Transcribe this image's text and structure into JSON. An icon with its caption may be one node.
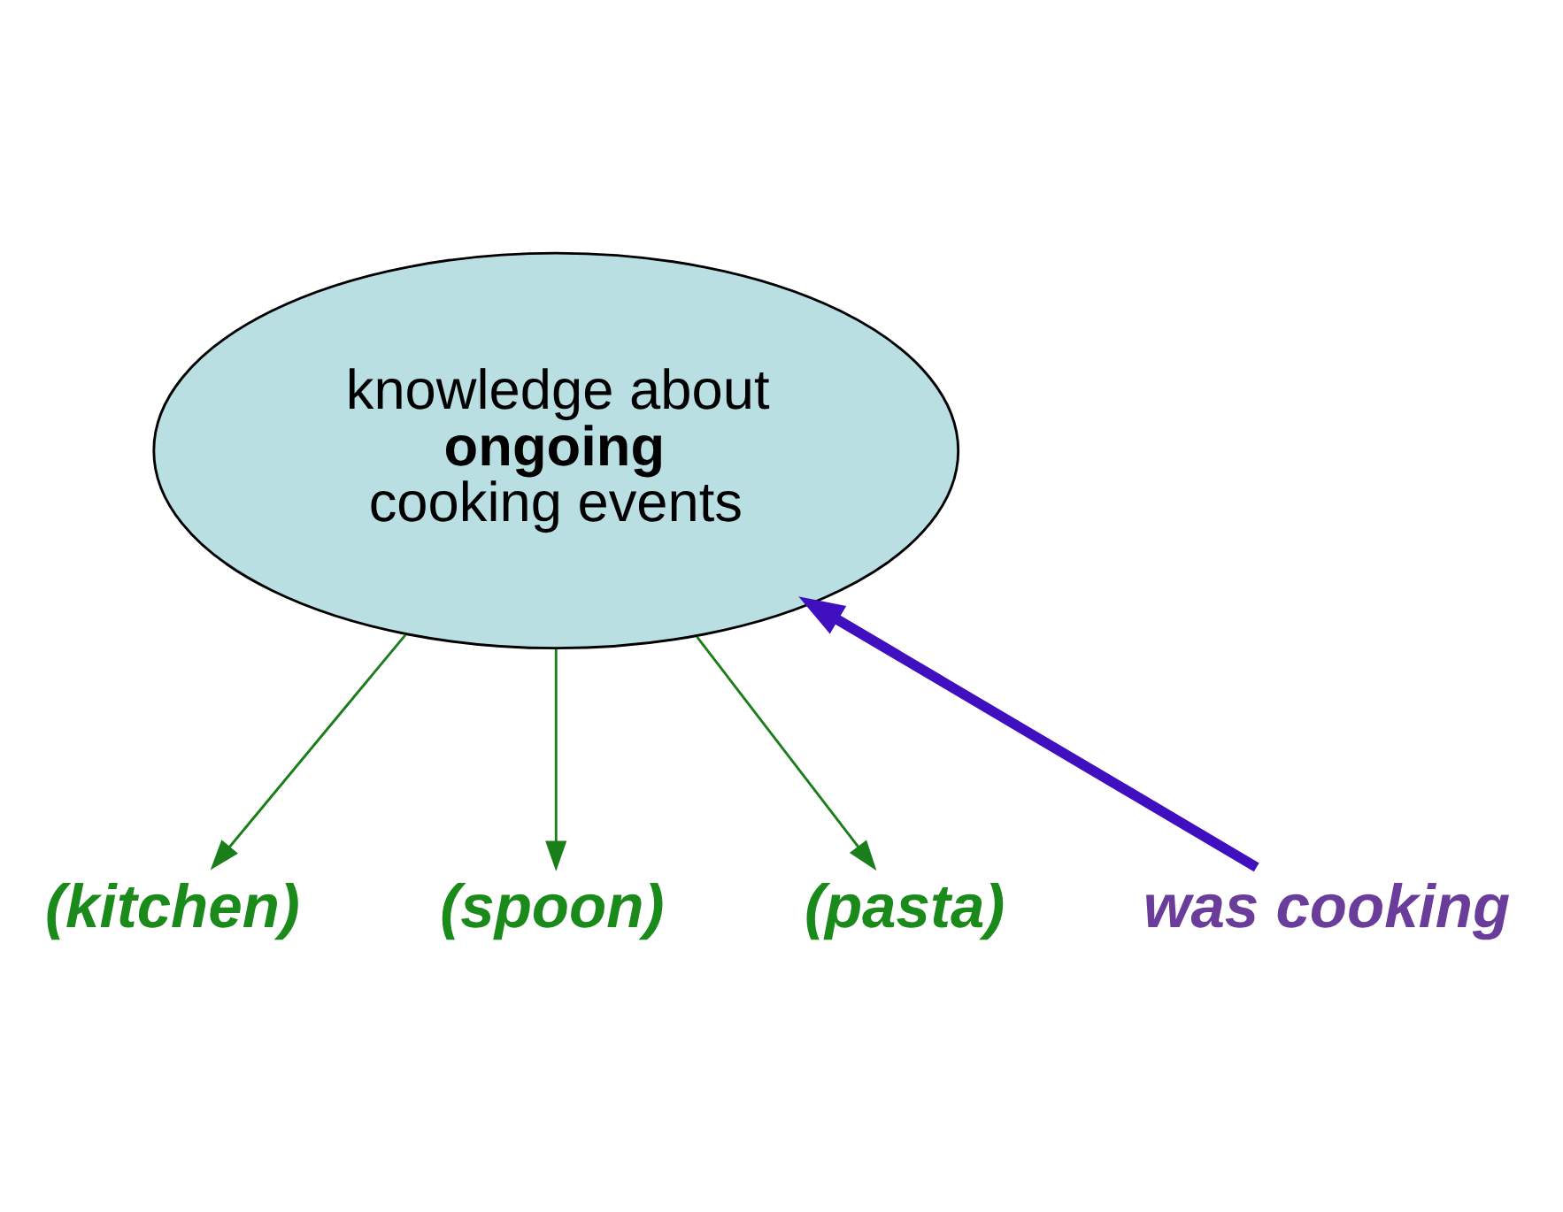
{
  "diagram": {
    "nodes": [
      {
        "text": [
          "knowledge about **ongoing** cooking events"
        ]
      },
      {
        "text": [
          "was cooking"
        ]
      },
      {
        "text": [
          "(kitchen)"
        ]
      },
      {
        "text": [
          "(spoon)"
        ]
      },
      {
        "text": [
          "(pasta)"
        ]
      }
    ],
    "edges": [
      {
        "from": 1,
        "to": 0,
        "arrow": "to",
        "style": "thick",
        "color": "#4010c0"
      },
      {
        "from": 0,
        "to": 2,
        "arrow": "to"
      },
      {
        "from": 0,
        "to": 3,
        "arrow": "to"
      },
      {
        "from": 0,
        "to": 4,
        "arrow": "to"
      }
    ]
  }
}
